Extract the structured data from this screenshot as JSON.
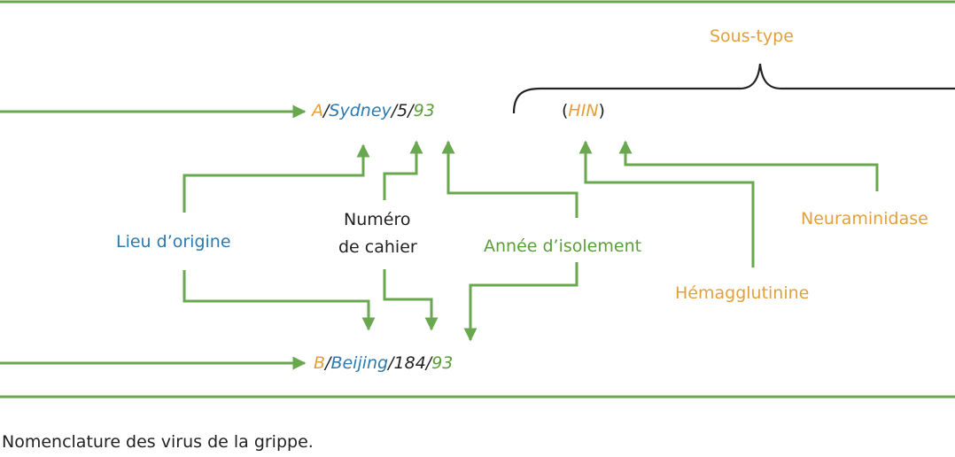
{
  "colors": {
    "frame": "#6aa84f",
    "arrow": "#6aa84f",
    "type_orange": "#e3a03a",
    "place_blue": "#2a7ab0",
    "year_green": "#5a9e3a",
    "text_dark": "#222222"
  },
  "strains": {
    "a": {
      "type": "A",
      "place": "Sydney",
      "number": "5",
      "year": "93"
    },
    "b": {
      "type": "B",
      "place": "Beijing",
      "number": "184",
      "year": "93"
    }
  },
  "subtype": {
    "label": "Sous-type",
    "open": "(",
    "code": "HIN",
    "close": ")"
  },
  "labels": {
    "lieu": "Lieu d’origine",
    "numero_line1": "Numéro",
    "numero_line2": "de cahier",
    "annee": "Année d’isolement",
    "hemag": "Hémagglutinine",
    "neura": "Neuraminidase"
  },
  "caption": "Nomenclature des virus de la grippe."
}
